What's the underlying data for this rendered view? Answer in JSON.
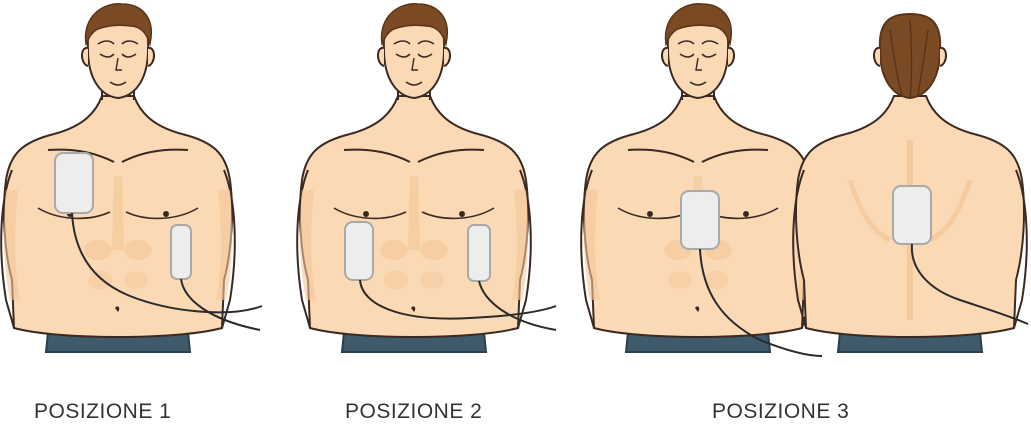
{
  "captions": {
    "position_1": "POSIZIONE 1",
    "position_2": "POSIZIONE 2",
    "position_3": "POSIZIONE 3"
  },
  "colors": {
    "skin": "#FBD9B5",
    "skin_shade": "#F5C79A",
    "outline": "#3B2A22",
    "hair": "#7A4A24",
    "hair_dark": "#5A3418",
    "pad_fill": "#EDEDED",
    "pad_stroke": "#A9A9A9",
    "pants": "#3E5A6B",
    "wire": "#2A2A2A",
    "caption": "#333333"
  }
}
